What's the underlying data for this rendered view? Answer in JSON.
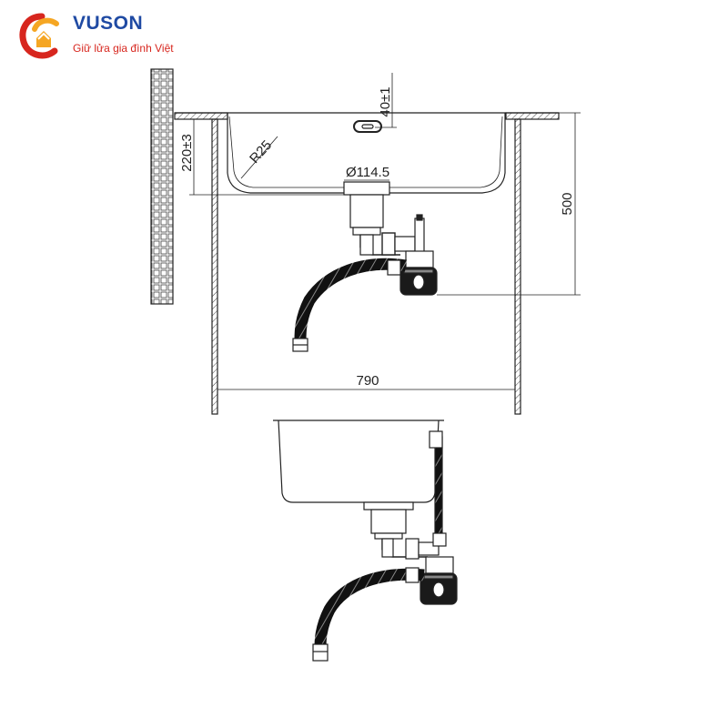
{
  "brand": {
    "name": "VUSON",
    "slogan": "Giữ lửa gia đình Việt",
    "colors": {
      "primary": "#1f4aa3",
      "accent": "#d7261e",
      "swirl": "#f5a623"
    }
  },
  "dimensions": {
    "overflow_height": "40±1",
    "bowl_depth": "220±3",
    "corner_radius": "R25",
    "drain_diameter": "Ø114.5",
    "cabinet_height": "500",
    "cabinet_width": "790"
  },
  "colors": {
    "line": "#222222",
    "fill_dark": "#1a1a1a",
    "hatch": "#555555"
  }
}
